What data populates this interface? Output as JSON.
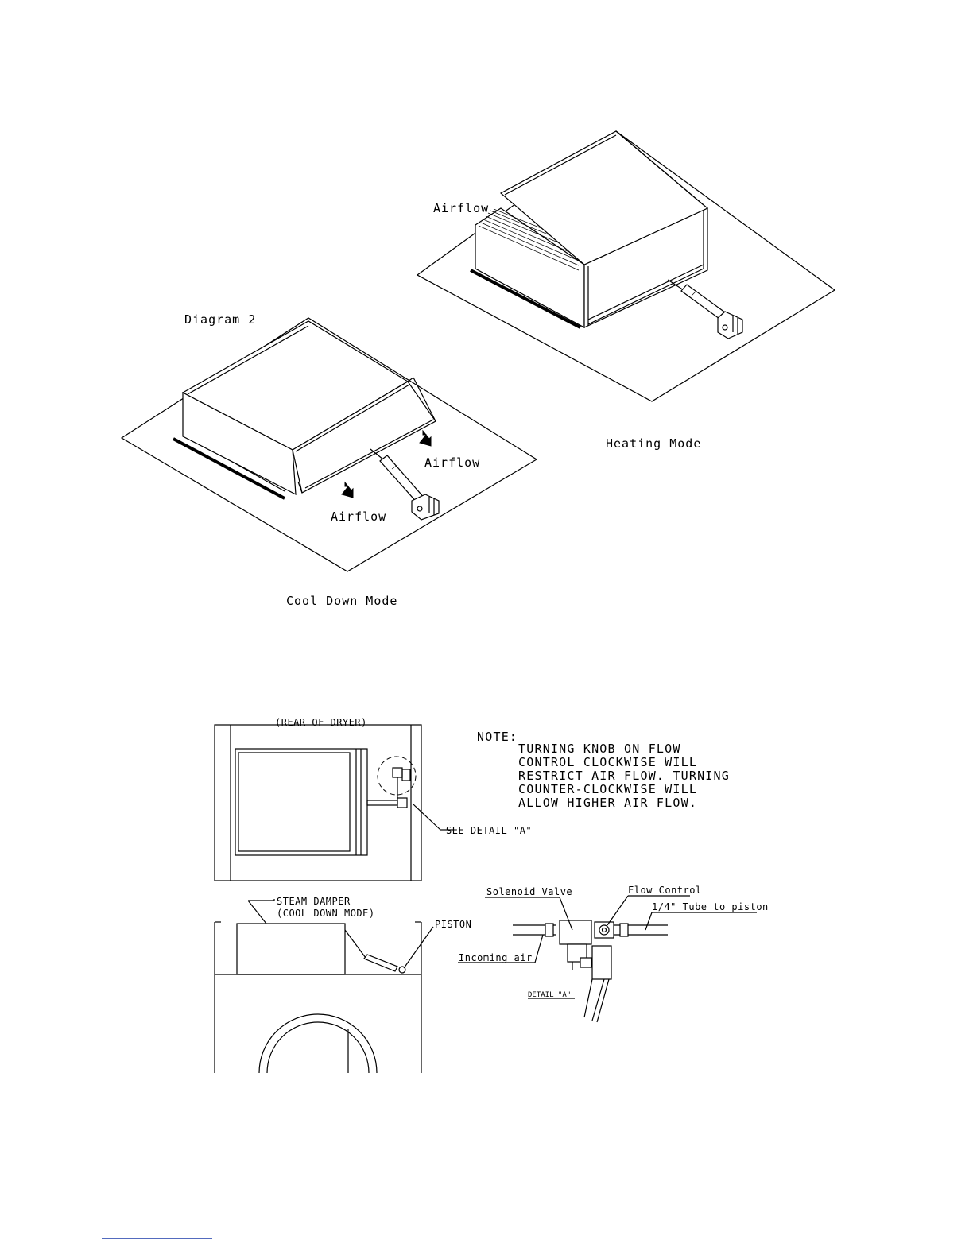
{
  "diagram_top": {
    "title": "Diagram 2",
    "heating": {
      "airflow_label": "Airflow",
      "caption": "Heating Mode"
    },
    "cooldown": {
      "airflow_label_1": "Airflow",
      "airflow_label_2": "Airflow",
      "caption": "Cool Down Mode"
    }
  },
  "diagram_bottom": {
    "rear_label": "(REAR OF DRYER)",
    "see_detail": "SEE DETAIL \"A\"",
    "note": {
      "heading": "NOTE:",
      "lines": [
        "TURNING KNOB ON FLOW",
        "CONTROL CLOCKWISE WILL",
        "RESTRICT AIR FLOW. TURNING",
        "COUNTER-CLOCKWISE WILL",
        "ALLOW HIGHER AIR FLOW."
      ]
    },
    "steam_damper_1": "STEAM DAMPER",
    "steam_damper_2": "(COOL DOWN MODE)",
    "piston": "PISTON",
    "detail": {
      "solenoid_valve": "Solenoid Valve",
      "flow_control": "Flow Control",
      "tube": "1/4\" Tube to piston",
      "incoming_air": "Incoming air",
      "title": "DETAIL \"A\""
    }
  }
}
